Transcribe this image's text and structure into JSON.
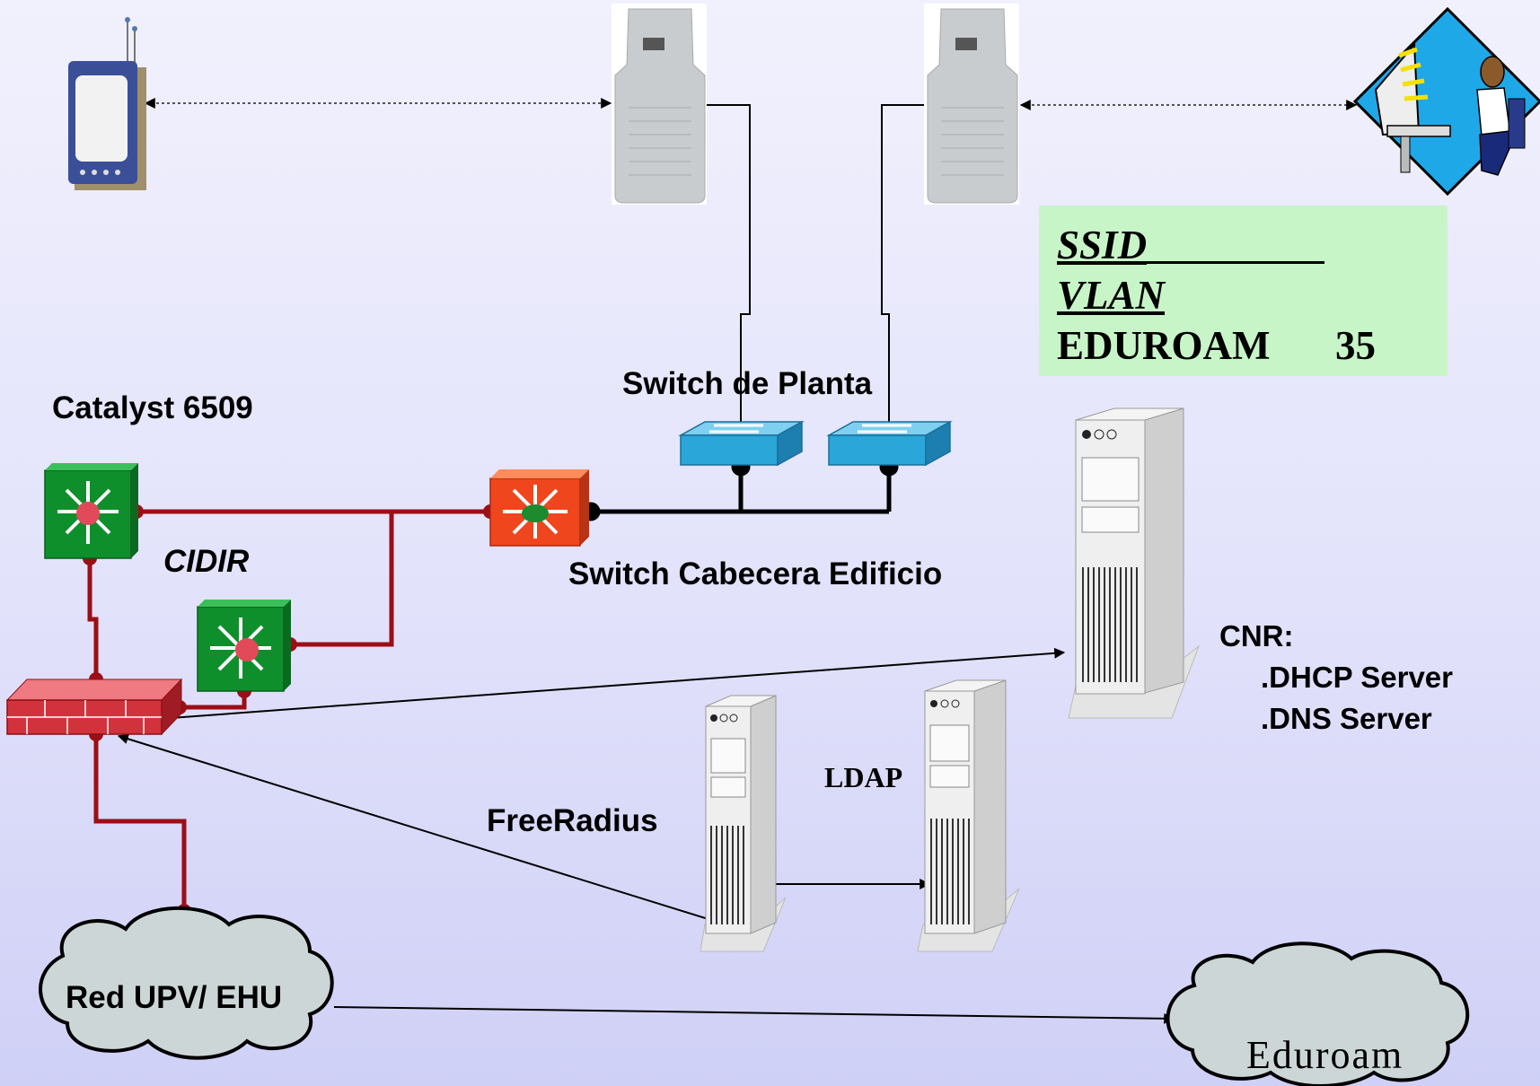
{
  "labels": {
    "catalyst": "Catalyst 6509",
    "cidir": "CIDIR",
    "switch_planta": "Switch de Planta",
    "switch_cabecera": "Switch Cabecera Edificio",
    "cnr_title": "CNR:",
    "cnr_dhcp": ".DHCP Server",
    "cnr_dns": ".DNS Server",
    "ldap": "LDAP",
    "freeradius": "FreeRadius",
    "red_upv": "Red UPV/ EHU",
    "eduroam_cloud": "Eduroam"
  },
  "legend": {
    "ssid": "SSID",
    "vlan": "VLAN",
    "eduroam": "EDUROAM",
    "vlan_value": "35"
  },
  "colors": {
    "router_green": "#0f8f2c",
    "firewall_red": "#d2323c",
    "cabecera_orange": "#f0461e",
    "switch_blue": "#2aa6d8",
    "wired_red": "#9c0e16",
    "legend_green": "#c8f5c8"
  }
}
